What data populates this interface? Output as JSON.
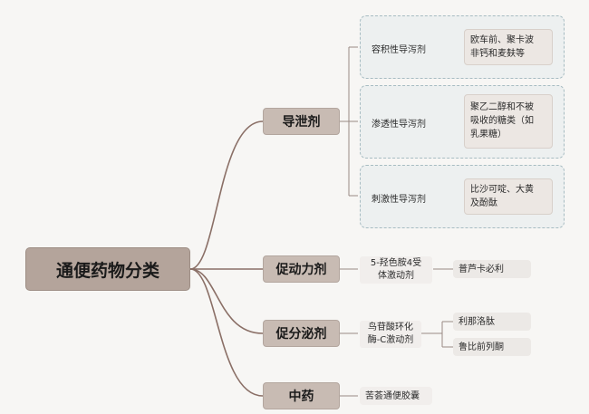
{
  "root": "通便药物分类",
  "categories": [
    {
      "label": "导泄剂",
      "subs": [
        {
          "label": "容积性导泻剂",
          "leaf": [
            "欧车前、聚卡波",
            "非钙和麦麸等"
          ]
        },
        {
          "label": "渗透性导泻剂",
          "leaf": [
            "聚乙二醇和不被",
            "吸收的糖类（如",
            "乳果糖）"
          ]
        },
        {
          "label": "刺激性导泻剂",
          "leaf": [
            "比沙可啶、大黄",
            "及酚酞"
          ]
        }
      ]
    },
    {
      "label": "促动力剂",
      "sub": [
        "5-羟色胺4受",
        "体激动剂"
      ],
      "leaves": [
        "普芦卡必利"
      ]
    },
    {
      "label": "促分泌剂",
      "sub": [
        "鸟苷酸环化",
        "酶-C激动剂"
      ],
      "leaves": [
        "利那洛肽",
        "鲁比前列酮"
      ]
    },
    {
      "label": "中药",
      "leaves": [
        "苦荟通便胶囊"
      ]
    }
  ]
}
